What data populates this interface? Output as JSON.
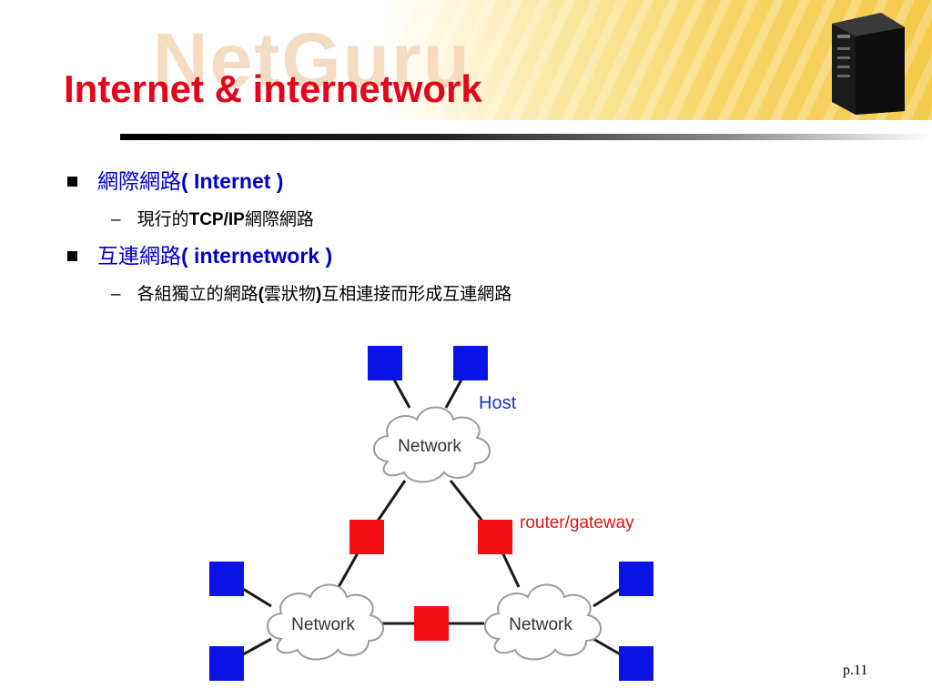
{
  "header": {
    "watermark": "NetGuru",
    "title": "Internet & internetwork"
  },
  "bullets": [
    {
      "cjk": "網際網路",
      "latin": "( Internet )",
      "sub": {
        "pre_cjk": "現行的",
        "latin": "TCP/IP",
        "post_cjk": "網際網路"
      }
    },
    {
      "cjk": "互連網路",
      "latin": "( internetwork )",
      "sub": {
        "pre_cjk": "各組獨立的網路",
        "latin": "(",
        "mid_cjk": "雲狀物",
        "latin2": ")",
        "post_cjk": "互相連接而形成互連網路"
      }
    }
  ],
  "diagram": {
    "network_label": "Network",
    "host_label": "Host",
    "router_label": "router/gateway",
    "colors": {
      "host": "#0a14e6",
      "router": "#f20f14",
      "host_text": "#1a2fd6",
      "router_text": "#e81010"
    }
  },
  "footer": {
    "page": "p.11"
  }
}
